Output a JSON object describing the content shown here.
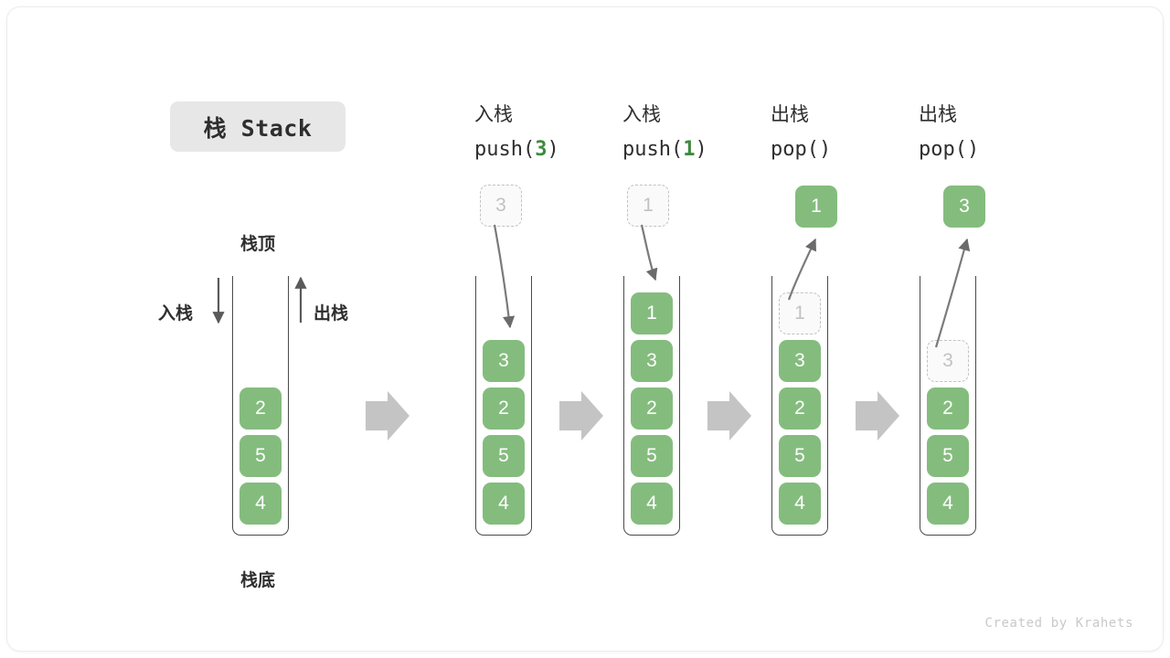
{
  "figure": {
    "title": "栈 Stack",
    "watermark": "Created by Krahets",
    "accent_green": "#84bc7e",
    "ghost_gray": "#c2c2c2",
    "line_gray": "#4a4a4a",
    "arrow_gray": "#c4c4c4",
    "chip_bg": "#e7e7e7"
  },
  "legend": {
    "top_label": "栈顶",
    "bottom_label": "栈底",
    "push_label": "入栈",
    "pop_label": "出栈"
  },
  "stages": [
    {
      "id": "initial",
      "head_cn": "",
      "head_code": "",
      "cells": [
        "2",
        "5",
        "4"
      ],
      "ghost_index": -1,
      "floating_value": "",
      "floating_kind": "none"
    },
    {
      "id": "push-3",
      "head_cn": "入栈",
      "head_code_prefix": "push(",
      "head_code_arg": "3",
      "head_code_suffix": ")",
      "cells": [
        "3",
        "2",
        "5",
        "4"
      ],
      "ghost_index": -1,
      "floating_value": "3",
      "floating_kind": "ghost"
    },
    {
      "id": "push-1",
      "head_cn": "入栈",
      "head_code_prefix": "push(",
      "head_code_arg": "1",
      "head_code_suffix": ")",
      "cells": [
        "1",
        "3",
        "2",
        "5",
        "4"
      ],
      "ghost_index": -1,
      "floating_value": "1",
      "floating_kind": "ghost"
    },
    {
      "id": "pop-1",
      "head_cn": "出栈",
      "head_code_prefix": "pop(",
      "head_code_arg": "",
      "head_code_suffix": ")",
      "cells": [
        "1",
        "3",
        "2",
        "5",
        "4"
      ],
      "ghost_index": 0,
      "floating_value": "1",
      "floating_kind": "solid"
    },
    {
      "id": "pop-3",
      "head_cn": "出栈",
      "head_code_prefix": "pop(",
      "head_code_arg": "",
      "head_code_suffix": ")",
      "cells": [
        "3",
        "2",
        "5",
        "4"
      ],
      "ghost_index": 0,
      "floating_value": "3",
      "floating_kind": "solid"
    }
  ],
  "cell_values": {
    "s0": [
      "2",
      "5",
      "4"
    ],
    "s1": [
      "3",
      "2",
      "5",
      "4"
    ],
    "s2": [
      "1",
      "3",
      "2",
      "5",
      "4"
    ],
    "s3": [
      "1",
      "3",
      "2",
      "5",
      "4"
    ],
    "s4": [
      "3",
      "2",
      "5",
      "4"
    ]
  }
}
